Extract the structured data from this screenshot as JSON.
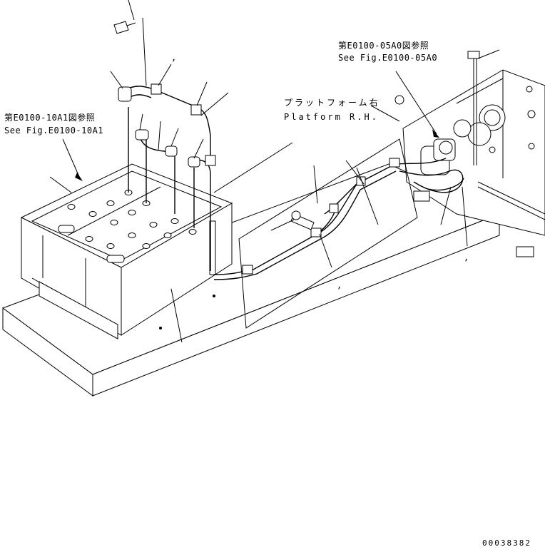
{
  "labels": {
    "ref_left_jp": "第E0100-10A1図参照",
    "ref_left_en": "See Fig.E0100-10A1",
    "ref_right_jp": "第E0100-05A0図参照",
    "ref_right_en": "See Fig.E0100-05A0",
    "platform_jp": "プラットフォーム右",
    "platform_en": "Platform R.H.",
    "drawing_number": "00038382"
  },
  "callout_marks": [
    ",",
    ",",
    ","
  ]
}
